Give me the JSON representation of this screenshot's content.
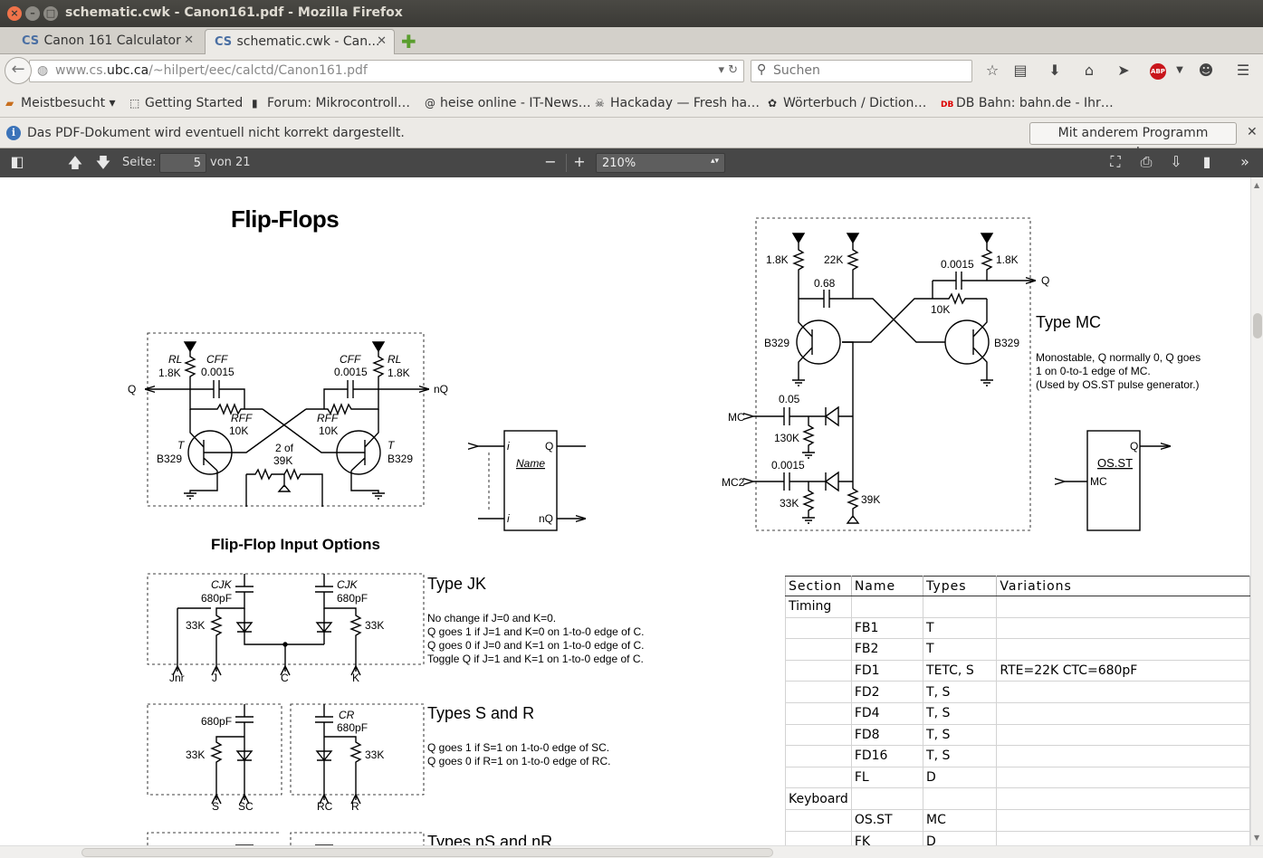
{
  "window": {
    "title": "schematic.cwk - Canon161.pdf - Mozilla Firefox"
  },
  "tabs": [
    {
      "label": "Canon 161 Calculator"
    },
    {
      "label": "schematic.cwk - Can..."
    }
  ],
  "navbar": {
    "url_prefix": "www.cs.",
    "url_domain": "ubc.ca",
    "url_path": "/~hilpert/eec/calctd/Canon161.pdf",
    "search_placeholder": "Suchen"
  },
  "bookmarks": [
    "Meistbesucht",
    "Getting Started",
    "Forum: Mikrocontroll…",
    "heise online - IT-News…",
    "Hackaday — Fresh ha…",
    "Wörterbuch / Diction…",
    "DB Bahn: bahn.de - Ihr…"
  ],
  "notification": {
    "message": "Das PDF-Dokument wird eventuell nicht korrekt dargestellt.",
    "button": "Mit anderem Programm ansehen"
  },
  "pdf_toolbar": {
    "page_label": "Seite:",
    "page_number": "5",
    "page_total": "von 21",
    "zoom": "210%"
  },
  "document": {
    "heading": "Flip-Flops",
    "input_options_heading": "Flip-Flop Input Options",
    "ff_circuit": {
      "rl_label": "RL",
      "rl_value": "1.8K",
      "cff_label": "CFF",
      "cff_value": "0.0015",
      "rff_label": "RFF",
      "rff_value": "10K",
      "t_label": "T",
      "t_part": "B329",
      "divider_label": "2 of",
      "divider_value": "39K",
      "q_label": "Q",
      "nq_label": "nQ"
    },
    "ff_symbol": {
      "input": "i",
      "name": "Name",
      "q": "Q",
      "nq": "nQ"
    },
    "mc_circuit": {
      "r1": "1.8K",
      "r2": "22K",
      "c1": "0.68",
      "c2": "0.0015",
      "r3": "1.8K",
      "r4": "10K",
      "t1": "B329",
      "t2": "B329",
      "q": "Q",
      "mc_label": "MC",
      "c3": "0.05",
      "r5": "130K",
      "mc2_label": "MC2",
      "c4": "0.0015",
      "r6": "33K",
      "r7": "39K"
    },
    "type_mc": {
      "title": "Type MC",
      "desc1": "Monostable, Q normally 0, Q goes",
      "desc2": "1 on 0-to-1 edge of MC.",
      "desc3": "(Used by OS.ST pulse generator.)"
    },
    "osst_symbol": {
      "name": "OS.ST",
      "mc": "MC",
      "q": "Q"
    },
    "type_jk": {
      "title": "Type JK",
      "lines": [
        "No change if J=0 and K=0.",
        "Q goes 1 if J=1 and K=0 on 1-to-0 edge of C.",
        "Q goes 0 if J=0 and K=1 on 1-to-0 edge of C.",
        "Toggle Q if J=1 and K=1 on 1-to-0 edge of C."
      ],
      "cjk_label": "CJK",
      "cjk_value": "680pF",
      "r_value": "33K",
      "pins": [
        "Jnr",
        "J",
        "C",
        "K"
      ]
    },
    "type_sr": {
      "title": "Types S and R",
      "lines": [
        "Q goes 1 if S=1 on 1-to-0 edge of SC.",
        "Q goes 0 if R=1 on 1-to-0 edge of RC."
      ],
      "c_value": "680pF",
      "cr_label": "CR",
      "r_value": "33K",
      "pins": [
        "S",
        "SC",
        "RC",
        "R"
      ]
    },
    "type_nsr": {
      "title": "Types nS and nR"
    }
  },
  "section_table": {
    "headers": [
      "Section",
      "Name",
      "Types",
      "Variations"
    ],
    "rows": [
      [
        "Timing",
        "",
        "",
        ""
      ],
      [
        "",
        "FB1",
        "T",
        ""
      ],
      [
        "",
        "FB2",
        "T",
        ""
      ],
      [
        "",
        "FD1",
        "TETC, S",
        "RTE=22K CTC=680pF"
      ],
      [
        "",
        "FD2",
        "T, S",
        ""
      ],
      [
        "",
        "FD4",
        "T, S",
        ""
      ],
      [
        "",
        "FD8",
        "T, S",
        ""
      ],
      [
        "",
        "FD16",
        "T, S",
        ""
      ],
      [
        "",
        "FL",
        "D",
        ""
      ],
      [
        "Keyboard",
        "",
        "",
        ""
      ],
      [
        "",
        "OS.ST",
        "MC",
        ""
      ],
      [
        "",
        "FK",
        "D",
        ""
      ]
    ]
  }
}
